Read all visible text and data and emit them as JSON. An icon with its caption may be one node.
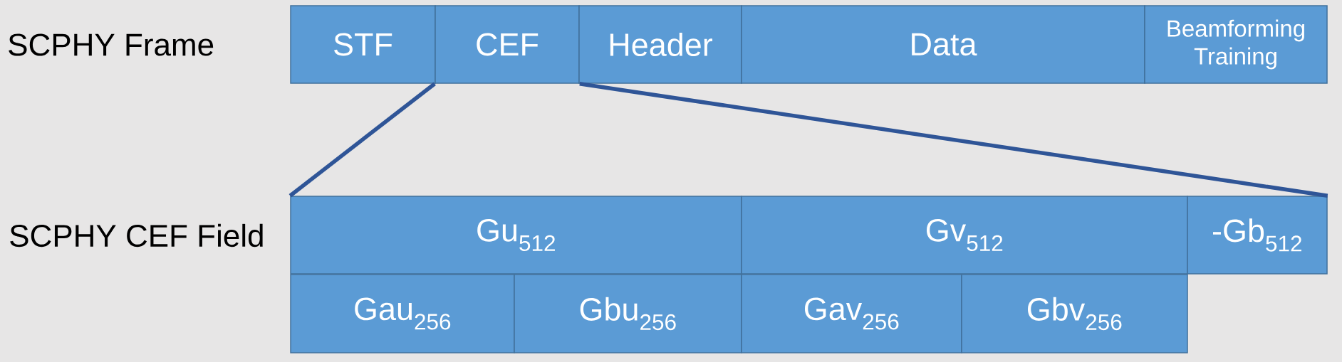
{
  "diagram": {
    "nodes": [
      {
        "text": [
          "STF"
        ]
      },
      {
        "text": [
          "CEF"
        ]
      },
      {
        "text": [
          "Header"
        ]
      },
      {
        "text": [
          "Data"
        ]
      },
      {
        "text": [
          "Beamforming Training"
        ]
      },
      {
        "text": [
          "Gu$_{512}$"
        ]
      },
      {
        "text": [
          "Gv$_{512}$"
        ]
      },
      {
        "text": [
          "-Gb$_{512}$"
        ]
      },
      {
        "text": [
          "Gau$_{256}$"
        ]
      },
      {
        "text": [
          "Gbu$_{256}$"
        ]
      },
      {
        "text": [
          "Gav$_{256}$"
        ]
      },
      {
        "text": [
          "Gbv$_{256}$"
        ]
      }
    ],
    "edges": [
      {
        "from": 1,
        "to": 5,
        "arrow": "none"
      },
      {
        "from": 1,
        "to": 7,
        "arrow": "none"
      }
    ],
    "labels": [
      "SCPHY Frame",
      "SCPHY CEF Field"
    ]
  }
}
